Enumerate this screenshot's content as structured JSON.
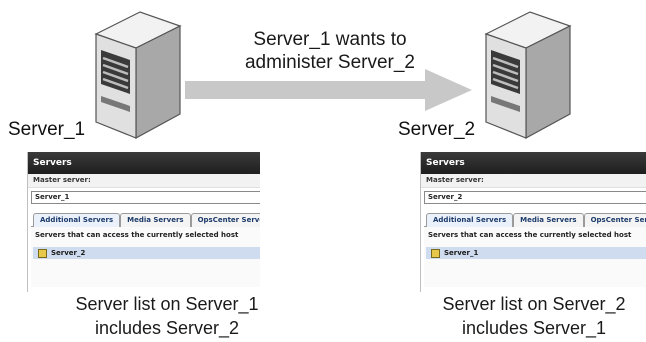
{
  "arrow": {
    "line1": "Server_1 wants to",
    "line2": "administer Server_2"
  },
  "left": {
    "server_label": "Server_1",
    "panel": {
      "title": "Servers",
      "master_label": "Master server:",
      "master_value": "Server_1",
      "tabs": [
        "Additional Servers",
        "Media Servers",
        "OpsCenter Servers"
      ],
      "tab_caption": "Servers that can access the currently selected host",
      "list_item": "Server_2"
    },
    "caption_line1": "Server list on Server_1",
    "caption_line2": "includes Server_2"
  },
  "right": {
    "server_label": "Server_2",
    "panel": {
      "title": "Servers",
      "master_label": "Master server:",
      "master_value": "Server_2",
      "tabs": [
        "Additional Servers",
        "Media Servers",
        "OpsCenter Servers"
      ],
      "tab_caption": "Servers that can access the currently selected host",
      "list_item": "Server_1"
    },
    "caption_line1": "Server list on Server_2",
    "caption_line2": "includes Server_1"
  },
  "colors": {
    "arrow": "#c8c8c8",
    "tower_front": "#e0e0e0",
    "tower_side": "#a8a8a8",
    "header": "#2a2a2a",
    "selection": "#cfdcef"
  }
}
